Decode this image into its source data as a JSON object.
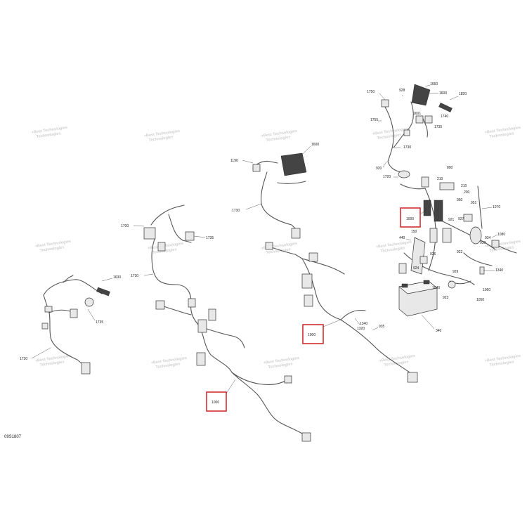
{
  "figure_code": "09S1807",
  "watermark": {
    "line1": "+Best Technologies",
    "line2": "Technologies"
  },
  "highlight_color": "#d32f2f",
  "labels": {
    "l1750": "1750",
    "l928": "928",
    "l1650": "1650",
    "l1600": "1600",
    "l1820": "1820",
    "l1601": "1601",
    "l1740": "1740",
    "l1735": "1735",
    "l1755": "1755",
    "l1730": "1730",
    "l920": "920",
    "l890": "890",
    "l1720": "1720",
    "l210": "210",
    "l200": "200",
    "l1190": "1190",
    "l1070": "1070",
    "l950": "950",
    "l951": "951",
    "l1000": "1000",
    "l927": "927",
    "l150": "150",
    "l934": "934",
    "l1080": "1080",
    "l440": "440",
    "l930": "930",
    "l922": "922",
    "l926": "926",
    "l924": "924",
    "l929": "929",
    "l1340": "1340",
    "l1040": "1040",
    "l1060": "1060",
    "l923": "923",
    "l1050": "1050",
    "l340": "340",
    "l1320": "1320",
    "l935": "935",
    "l1630": "1630",
    "l1700": "1700"
  },
  "highlighted_parts": [
    "1000",
    "1000",
    "1000"
  ]
}
